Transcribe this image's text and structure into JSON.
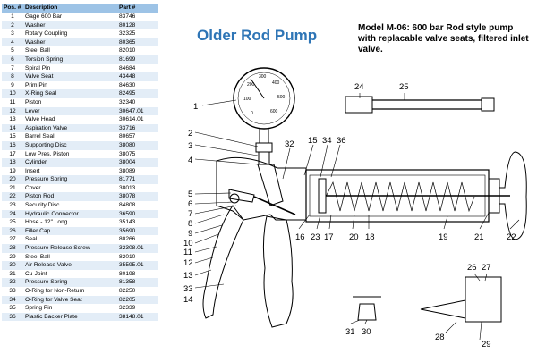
{
  "title": "Older Rod Pump",
  "description": "Model M-06: 600 bar Rod style pump with replacable valve seats, filtered inlet valve.",
  "table": {
    "headers": [
      "Pos. #",
      "Description",
      "Part #"
    ],
    "rows": [
      [
        "1",
        "Gage 600 Bar",
        "83746"
      ],
      [
        "2",
        "Washer",
        "80128"
      ],
      [
        "3",
        "Rotary Coupling",
        "32325"
      ],
      [
        "4",
        "Washer",
        "80365"
      ],
      [
        "5",
        "Steel Ball",
        "82010"
      ],
      [
        "6",
        "Torsion Spring",
        "81699"
      ],
      [
        "7",
        "Spiral Pin",
        "84684"
      ],
      [
        "8",
        "Valve Seat",
        "43448"
      ],
      [
        "9",
        "Prim Pin",
        "84630"
      ],
      [
        "10",
        "X-Ring Seal",
        "82495"
      ],
      [
        "11",
        "Piston",
        "32340"
      ],
      [
        "12",
        "Lever",
        "30647.01"
      ],
      [
        "13",
        "Valve Head",
        "30614.01"
      ],
      [
        "14",
        "Aspiration Valve",
        "33716"
      ],
      [
        "15",
        "Barrel Seal",
        "80657"
      ],
      [
        "16",
        "Supporting Disc",
        "38080"
      ],
      [
        "17",
        "Low Pres. Piston",
        "38075"
      ],
      [
        "18",
        "Cylinder",
        "38004"
      ],
      [
        "19",
        "Insert",
        "38089"
      ],
      [
        "20",
        "Pressure Spring",
        "81771"
      ],
      [
        "21",
        "Cover",
        "38013"
      ],
      [
        "22",
        "Piston Rod",
        "38078"
      ],
      [
        "23",
        "Security Disc",
        "84808"
      ],
      [
        "24",
        "Hydraulic Connector",
        "36590"
      ],
      [
        "25",
        "Hose - 12\" Long",
        "35143"
      ],
      [
        "26",
        "Filler Cap",
        "35690"
      ],
      [
        "27",
        "Seal",
        "80266"
      ],
      [
        "28",
        "Pressure Release Screw",
        "32308.01"
      ],
      [
        "29",
        "Steel Ball",
        "82010"
      ],
      [
        "30",
        "Air Release Valve",
        "35595.01"
      ],
      [
        "31",
        "Cu-Joint",
        "80198"
      ],
      [
        "32",
        "Pressure Spring",
        "81358"
      ],
      [
        "33",
        "O-Ring for Non-Return",
        "82250"
      ],
      [
        "34",
        "O-Ring for Valve Seat",
        "82205"
      ],
      [
        "35",
        "Spring Pin",
        "32339"
      ],
      [
        "36",
        "Plastic Backer Plate",
        "38148.01"
      ]
    ]
  },
  "gauge": {
    "ticks": [
      "0",
      "100",
      "200",
      "300",
      "400",
      "500",
      "600"
    ]
  },
  "callouts": {
    "c1": "1",
    "c2": "2",
    "c3": "3",
    "c4": "4",
    "c5": "5",
    "c6": "6",
    "c7": "7",
    "c8": "8",
    "c9": "9",
    "c10": "10",
    "c11": "11",
    "c12": "12",
    "c13": "13",
    "c14": "14",
    "c15": "15",
    "c16": "16",
    "c17": "17",
    "c18": "18",
    "c19": "19",
    "c20": "20",
    "c21": "21",
    "c22": "22",
    "c23": "23",
    "c24": "24",
    "c25": "25",
    "c26": "26",
    "c27": "27",
    "c28": "28",
    "c29": "29",
    "c30": "30",
    "c31": "31",
    "c32": "32",
    "c33": "33",
    "c34": "34",
    "c36": "36"
  }
}
